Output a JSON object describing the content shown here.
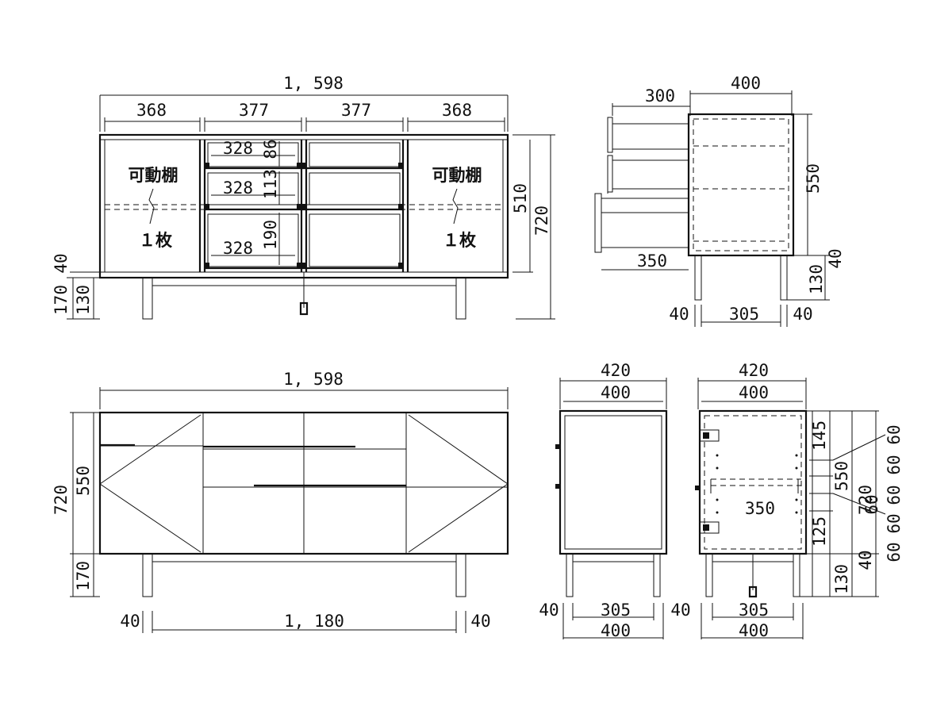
{
  "front_interior": {
    "total_width": "1, 598",
    "section_widths": [
      "368",
      "377",
      "377",
      "368"
    ],
    "drawer_inner_widths": [
      "328",
      "328",
      "328"
    ],
    "drawer_heights": [
      "86",
      "113",
      "190"
    ],
    "height_upper": "510",
    "height_total": "720",
    "left_heights": [
      "40",
      "170",
      "130"
    ],
    "shelf_label": "可動棚",
    "shelf_count": "１枚"
  },
  "side_section": {
    "depth": "400",
    "drawer_pull": "300",
    "drawer_depth": "350",
    "height": "550",
    "top_gap": "40",
    "leg_height": "130",
    "leg_inset_left": "40",
    "leg_span": "305",
    "leg_inset_right": "40"
  },
  "front_elevation": {
    "total_width": "1, 598",
    "height_total": "720",
    "body_height": "550",
    "leg_height": "170",
    "leg_inset_left": "40",
    "leg_span": "1, 180",
    "leg_inset_right": "40"
  },
  "side_elevation": {
    "depth_outer": "420",
    "depth_body": "400",
    "bottom_inset_left": "40",
    "bottom_span": "305",
    "bottom_inset_right": "40",
    "bottom_total": "400"
  },
  "rear_section": {
    "depth_outer": "420",
    "depth_body": "400",
    "bottom_span": "305",
    "bottom_total": "400",
    "drawer_depth": "350",
    "right_dims": [
      "145",
      "550",
      "720",
      "125",
      "40",
      "130"
    ],
    "pitch_labels": [
      "60",
      "60",
      "60",
      "60",
      "60",
      "60"
    ]
  }
}
